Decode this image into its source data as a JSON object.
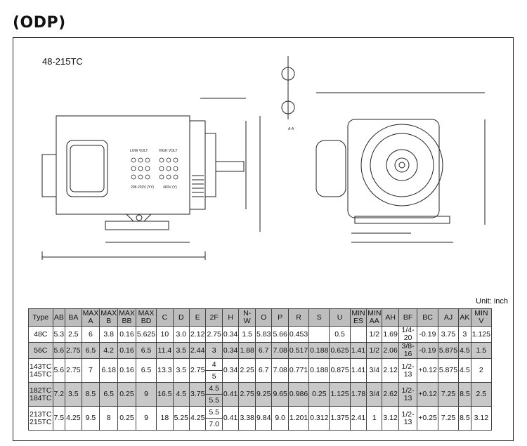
{
  "page": {
    "title": "(ODP)",
    "model_range": "48-215TC",
    "unit": "Unit: inch"
  },
  "drawing_labels": {
    "low_volt": "LOW VOLT",
    "high_volt": "HIGH VOLT",
    "low_volt_sub": "208-230V (YY)",
    "high_volt_sub": "460V (Y)",
    "section": "A-A"
  },
  "table": {
    "headers": [
      "Type",
      "AB",
      "BA",
      "MAX A",
      "MAX B",
      "MAX BB",
      "MAX BD",
      "C",
      "D",
      "E",
      "2F",
      "H",
      "N-W",
      "O",
      "P",
      "R",
      "S",
      "U",
      "MIN ES",
      "MIN AA",
      "AH",
      "BF",
      "BC",
      "AJ",
      "AK",
      "MIN V"
    ],
    "rows": [
      {
        "type": [
          "48C"
        ],
        "vals": [
          "5.3",
          "2.5",
          "6",
          "3.8",
          "0.16",
          "5.625",
          "10",
          "3.0",
          "2.12",
          "2.75",
          "0.34",
          "1.5",
          "5.83",
          "5.66",
          "0.453",
          "",
          "0.5",
          "",
          "1/2",
          "1.69",
          "1/4-20",
          "-0.19",
          "3.75",
          "3",
          "1.125"
        ],
        "f2": null,
        "shade": false
      },
      {
        "type": [
          "56C"
        ],
        "vals": [
          "5.6",
          "2.75",
          "6.5",
          "4.2",
          "0.16",
          "6.5",
          "11.4",
          "3.5",
          "2.44",
          "3",
          "0.34",
          "1.88",
          "6.7",
          "7.08",
          "0.517",
          "0.188",
          "0.625",
          "1.41",
          "1/2",
          "2.06",
          "3/8-16",
          "-0.19",
          "5.875",
          "4.5",
          "1.5"
        ],
        "f2": null,
        "shade": true
      },
      {
        "type": [
          "143TC",
          "145TC"
        ],
        "vals": [
          "5.6",
          "2.75",
          "7",
          "6.18",
          "0.16",
          "6.5",
          "13.3",
          "3.5",
          "2.75",
          "",
          "0.34",
          "2.25",
          "6.7",
          "7.08",
          "0.771",
          "0.188",
          "0.875",
          "1.41",
          "3/4",
          "2.12",
          "1/2-13",
          "+0.12",
          "5.875",
          "4.5",
          "2"
        ],
        "f2": [
          "4",
          "5"
        ],
        "shade": false
      },
      {
        "type": [
          "182TC",
          "184TC"
        ],
        "vals": [
          "7.2",
          "3.5",
          "8.5",
          "6.5",
          "0.25",
          "9",
          "16.5",
          "4.5",
          "3.75",
          "",
          "0.41",
          "2.75",
          "9.25",
          "9.65",
          "0.986",
          "0.25",
          "1.125",
          "1.78",
          "3/4",
          "2.62",
          "1/2-13",
          "+0.12",
          "7.25",
          "8.5",
          "2.5"
        ],
        "f2": [
          "4.5",
          "5.5"
        ],
        "shade": true
      },
      {
        "type": [
          "213TC",
          "215TC"
        ],
        "vals": [
          "7.5",
          "4.25",
          "9.5",
          "8",
          "0.25",
          "9",
          "18",
          "5.25",
          "4.25",
          "",
          "0.41",
          "3.38",
          "9.84",
          "9.0",
          "1.201",
          "0.312",
          "1.375",
          "2.41",
          "1",
          "3.12",
          "1/2-13",
          "+0.25",
          "7.25",
          "8.5",
          "3.12"
        ],
        "f2": [
          "5.5",
          "7.0"
        ],
        "shade": false
      }
    ]
  }
}
